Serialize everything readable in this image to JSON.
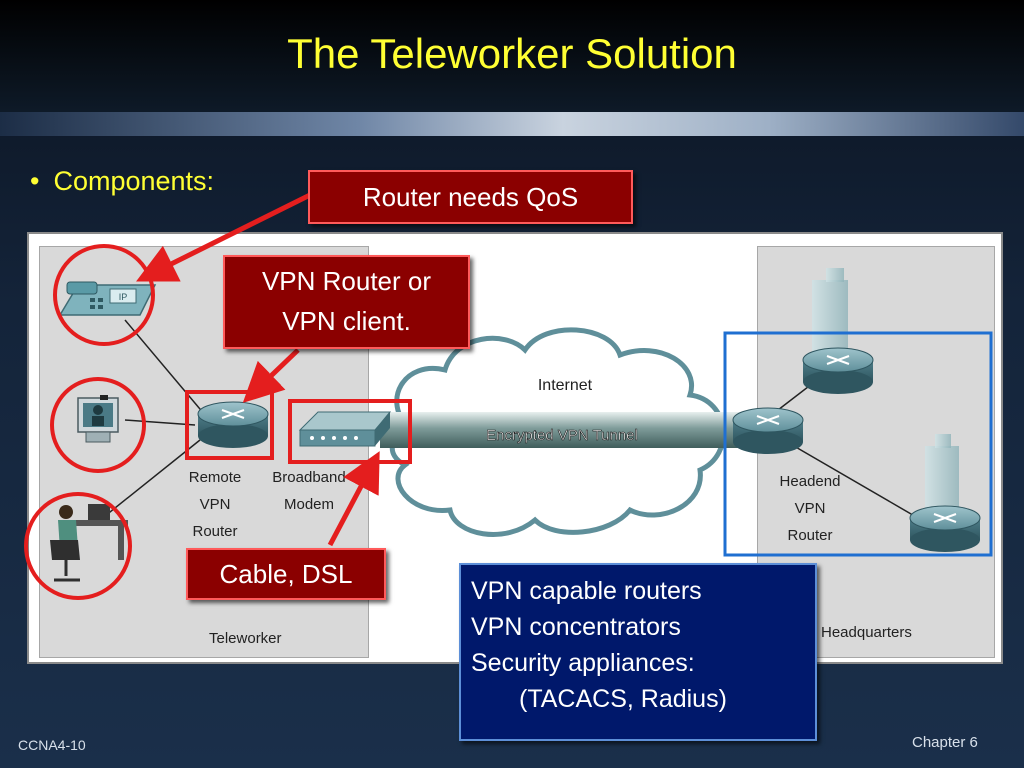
{
  "slide": {
    "title": "The Teleworker Solution",
    "bullet": "Components:",
    "footer_left": "CCNA4-10",
    "footer_right": "Chapter 6"
  },
  "diagram": {
    "zones": {
      "teleworker": "Teleworker",
      "headquarters": "Headquarters"
    },
    "cloud_label": "Internet",
    "tunnel_label": "Encrypted VPN Tunnel",
    "devices": {
      "remote_router": [
        "Remote",
        "VPN",
        "Router"
      ],
      "modem": [
        "Broadband",
        "Modem"
      ],
      "headend_router": [
        "Headend",
        "VPN",
        "Router"
      ],
      "ip_phone_text": "IP"
    }
  },
  "callouts": {
    "qos": "Router needs QoS",
    "vpn_router": [
      "VPN Router or",
      "VPN client."
    ],
    "cable": "Cable, DSL"
  },
  "info_box": {
    "lines": [
      "VPN capable routers",
      "VPN concentrators",
      "Security appliances:",
      "(TACACS, Radius)"
    ]
  },
  "colors": {
    "title": "#ffff33",
    "callout_fill": "#8b0000",
    "callout_border": "#ff5a5a",
    "highlight_red": "#e41e1e",
    "highlight_blue": "#1f6fd1",
    "info_fill": "#00186b"
  }
}
